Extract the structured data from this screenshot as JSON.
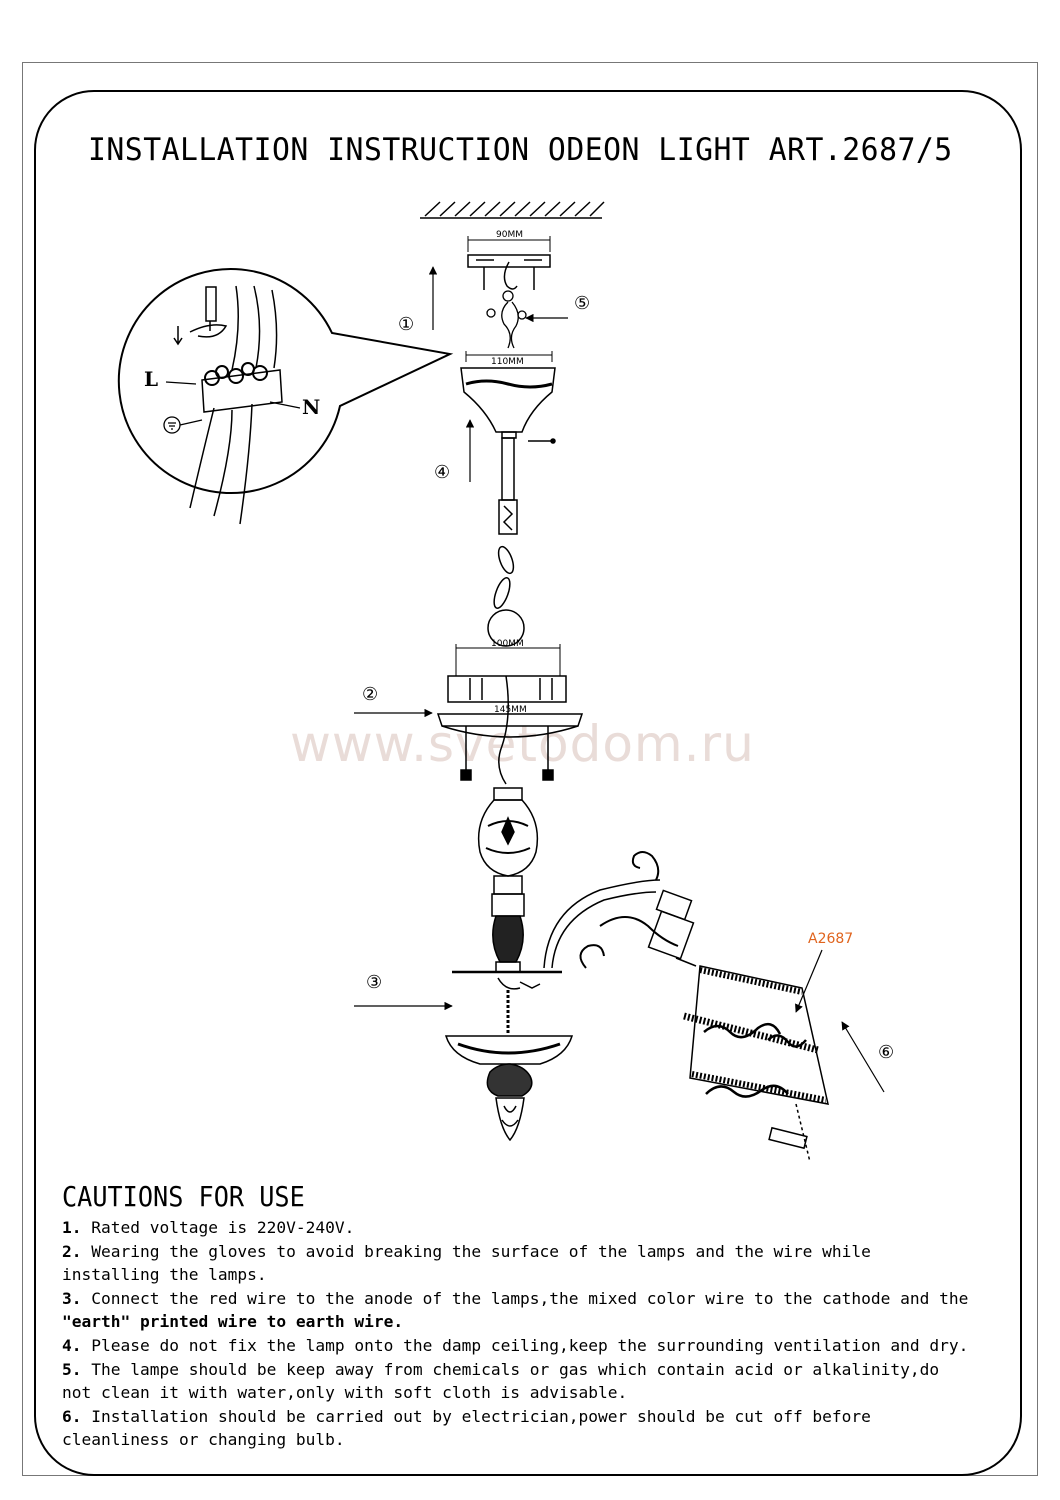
{
  "title": "INSTALLATION INSTRUCTION ODEON LIGHT ART.2687/5",
  "watermark": "www.svetodom.ru",
  "diagram": {
    "dimensions": {
      "bracket_width": "90MM",
      "canopy_width": "110MM",
      "plate_inner": "100MM",
      "plate_outer": "145MM"
    },
    "steps": [
      "①",
      "②",
      "③",
      "④",
      "⑤",
      "⑥"
    ],
    "wire_labels": {
      "live": "L",
      "neutral": "N",
      "earth_symbol": "⏚"
    },
    "shade_label": "A2687",
    "colors": {
      "shade_label": "#e0641e",
      "line": "#000000"
    }
  },
  "cautions": {
    "heading": "CAUTIONS FOR USE",
    "items": [
      {
        "num": "1.",
        "text": "Rated voltage is 220V-240V."
      },
      {
        "num": "2.",
        "text": "Wearing the gloves to avoid breaking the  surface of the lamps and the wire while"
      },
      {
        "num": "",
        "text": "installing the lamps."
      },
      {
        "num": "3.",
        "text": "Connect the red wire to the anode of the lamps,the mixed color wire to the cathode and the"
      },
      {
        "num": "",
        "text": "\"earth\" printed wire to earth wire."
      },
      {
        "num": "4.",
        "text": "Please do not fix the lamp onto the damp ceiling,keep the surrounding ventilation and dry."
      },
      {
        "num": "5.",
        "text": "The lampe should be keep away from chemicals or gas which contain acid or alkalinity,do"
      },
      {
        "num": "",
        "text": "not clean it with water,only with soft cloth is advisable."
      },
      {
        "num": "6.",
        "text": "Installation should be carried out by electrician,power should be cut off before"
      },
      {
        "num": "",
        "text": "cleanliness or changing bulb."
      }
    ]
  }
}
